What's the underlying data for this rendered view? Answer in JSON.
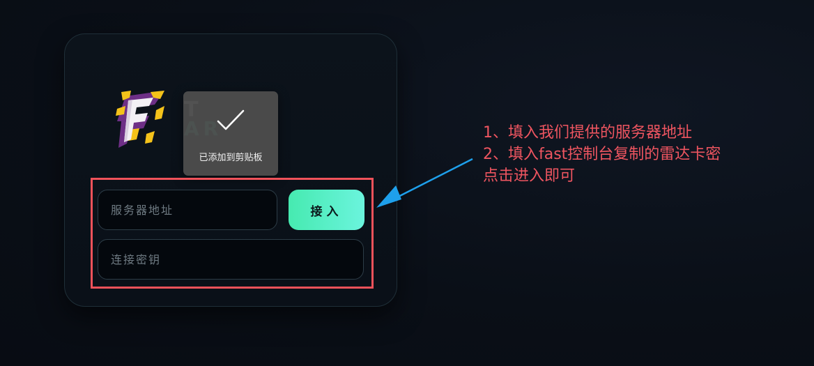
{
  "brand": {
    "name_top": "T",
    "name_bottom": "AR"
  },
  "toast": {
    "message": "已添加到剪贴板",
    "icon": "check-icon"
  },
  "form": {
    "server_placeholder": "服务器地址",
    "key_placeholder": "连接密钥",
    "connect_label": "接入"
  },
  "annotation": {
    "lines": [
      "1、填入我们提供的服务器地址",
      "2、填入fast控制台复制的雷达卡密",
      "点击进入即可"
    ]
  },
  "colors": {
    "accent": "#45e6b8",
    "annotation": "#ee5560",
    "arrow": "#1ea0ec",
    "logo_yellow": "#f4c21a",
    "logo_purple": "#6e2f86"
  }
}
